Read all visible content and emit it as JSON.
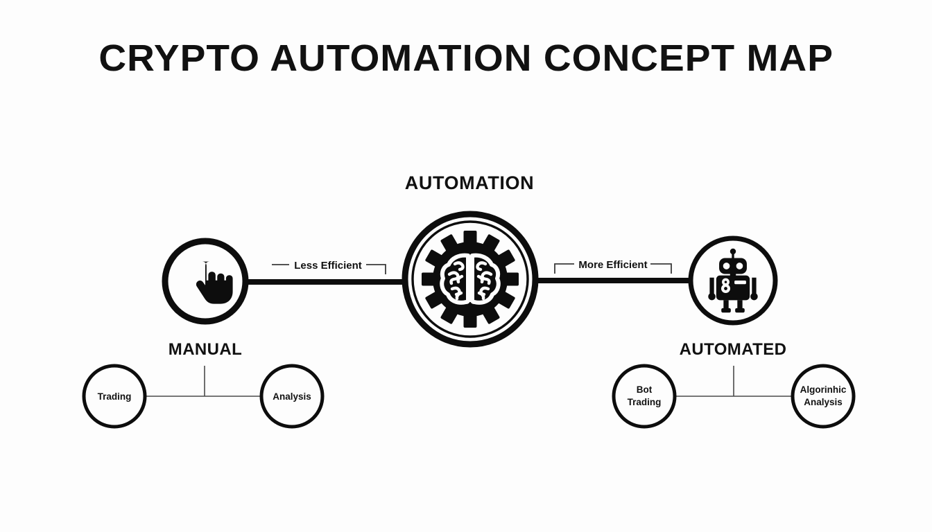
{
  "page": {
    "title": "CRYPTO AUTOMATION CONCEPT MAP",
    "background_color": "#fdfdfd",
    "ink_color": "#0d0d0d"
  },
  "diagram": {
    "type": "concept-map",
    "center_node": {
      "label": "AUTOMATION",
      "icon": "gear-brain-icon"
    },
    "left_node": {
      "label": "MANUAL",
      "icon": "pointing-hand-icon"
    },
    "right_node": {
      "label": "AUTOMATED",
      "icon": "robot-icon"
    },
    "edges": [
      {
        "label": "Less Efficient",
        "from": "MANUAL",
        "to": "AUTOMATION"
      },
      {
        "label": "More Efficient",
        "from": "AUTOMATION",
        "to": "AUTOMATED"
      }
    ],
    "left_children": [
      {
        "label": "Trading"
      },
      {
        "label": "Analysis"
      }
    ],
    "right_children": [
      {
        "line1": "Bot",
        "line2": "Trading"
      },
      {
        "line1": "Algorinhic",
        "line2": "Analysis"
      }
    ]
  }
}
